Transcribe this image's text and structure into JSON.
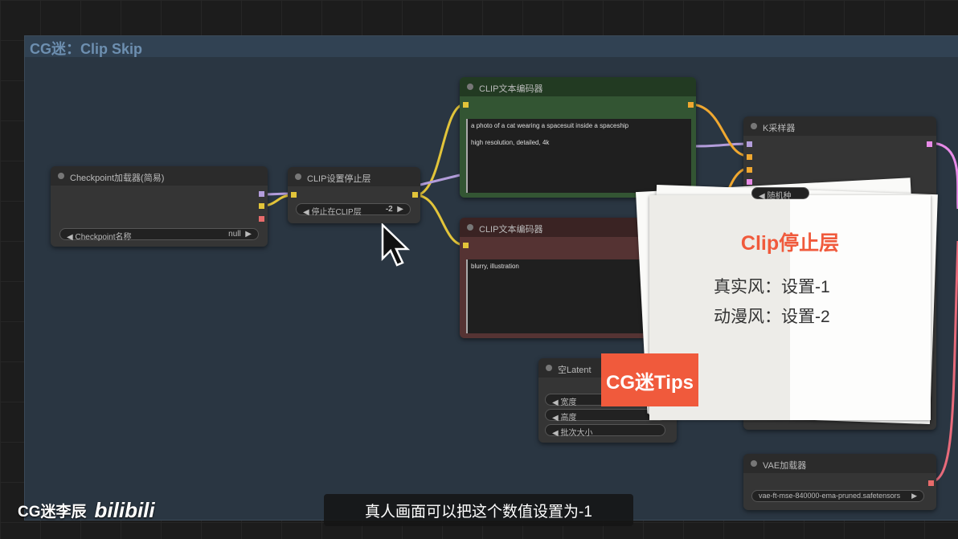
{
  "group": {
    "title": "CG迷：Clip Skip"
  },
  "checkpoint": {
    "title": "Checkpoint加载器(简易)",
    "widget_label": "Checkpoint名称",
    "widget_value": "null"
  },
  "clipstop": {
    "title": "CLIP设置停止层",
    "widget_label": "停止在CLIP层",
    "widget_value": "-2"
  },
  "clip_pos": {
    "title": "CLIP文本编码器",
    "text": "a photo of a cat wearing a spacesuit inside a spaceship\n\nhigh resolution, detailed, 4k"
  },
  "clip_neg": {
    "title": "CLIP文本编码器",
    "text": "blurry, illustration"
  },
  "ksampler": {
    "title": "K采样器",
    "widget_label": "随机种"
  },
  "latent": {
    "title": "空Latent",
    "widgets": [
      "宽度",
      "高度",
      "批次大小"
    ]
  },
  "vae": {
    "title": "VAE加载器",
    "widget_value": "vae-ft-mse-840000-ema-pruned.safetensors"
  },
  "tip_card": {
    "badge": "CG迷Tips",
    "title": "Clip停止层",
    "lines": [
      "真实风：设置-1",
      "动漫风：设置-2"
    ]
  },
  "subtitle": "真人画面可以把这个数值设置为-1",
  "watermark": {
    "author": "CG迷李辰",
    "logo": "bilibili"
  },
  "colors": {
    "tip_red": "#f05a3c",
    "clip_link": "#e2c43a",
    "model_link": "#b39ddb",
    "cond_link": "#f0a830",
    "latent_link": "#e88be8"
  }
}
